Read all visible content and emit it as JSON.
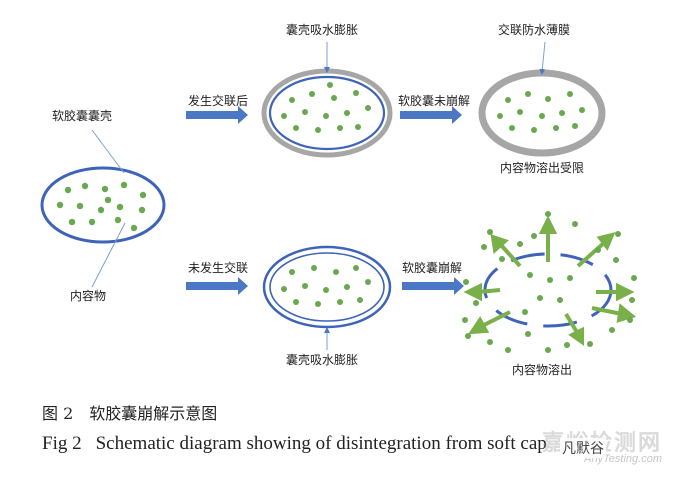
{
  "labels": {
    "shell": "软胶囊囊壳",
    "contents": "内容物",
    "crosslinked": "发生交联后",
    "not_crosslinked": "未发生交联",
    "swell_top": "囊壳吸水膨胀",
    "swell_bottom": "囊壳吸水膨胀",
    "no_disintegrate": "软胶囊未崩解",
    "disintegrate": "软胶囊崩解",
    "film": "交联防水薄膜",
    "limited_release": "内容物溶出受限",
    "released": "内容物溶出"
  },
  "caption": {
    "cn_fig": "图 2",
    "cn_text": "软胶囊崩解示意图",
    "en_fig": "Fig 2",
    "en_text": "Schematic diagram showing of disintegration from soft cap"
  },
  "watermark": {
    "cn": "嘉峪检测网",
    "en": "AnyTesting.com",
    "seal": "凡默谷"
  },
  "colors": {
    "shell_blue": "#3d64b8",
    "arrow_blue": "#4a78c4",
    "dot_green": "#6aa84f",
    "film_gray": "#a6a6a6",
    "burst_arrow_green": "#7ab04a"
  }
}
